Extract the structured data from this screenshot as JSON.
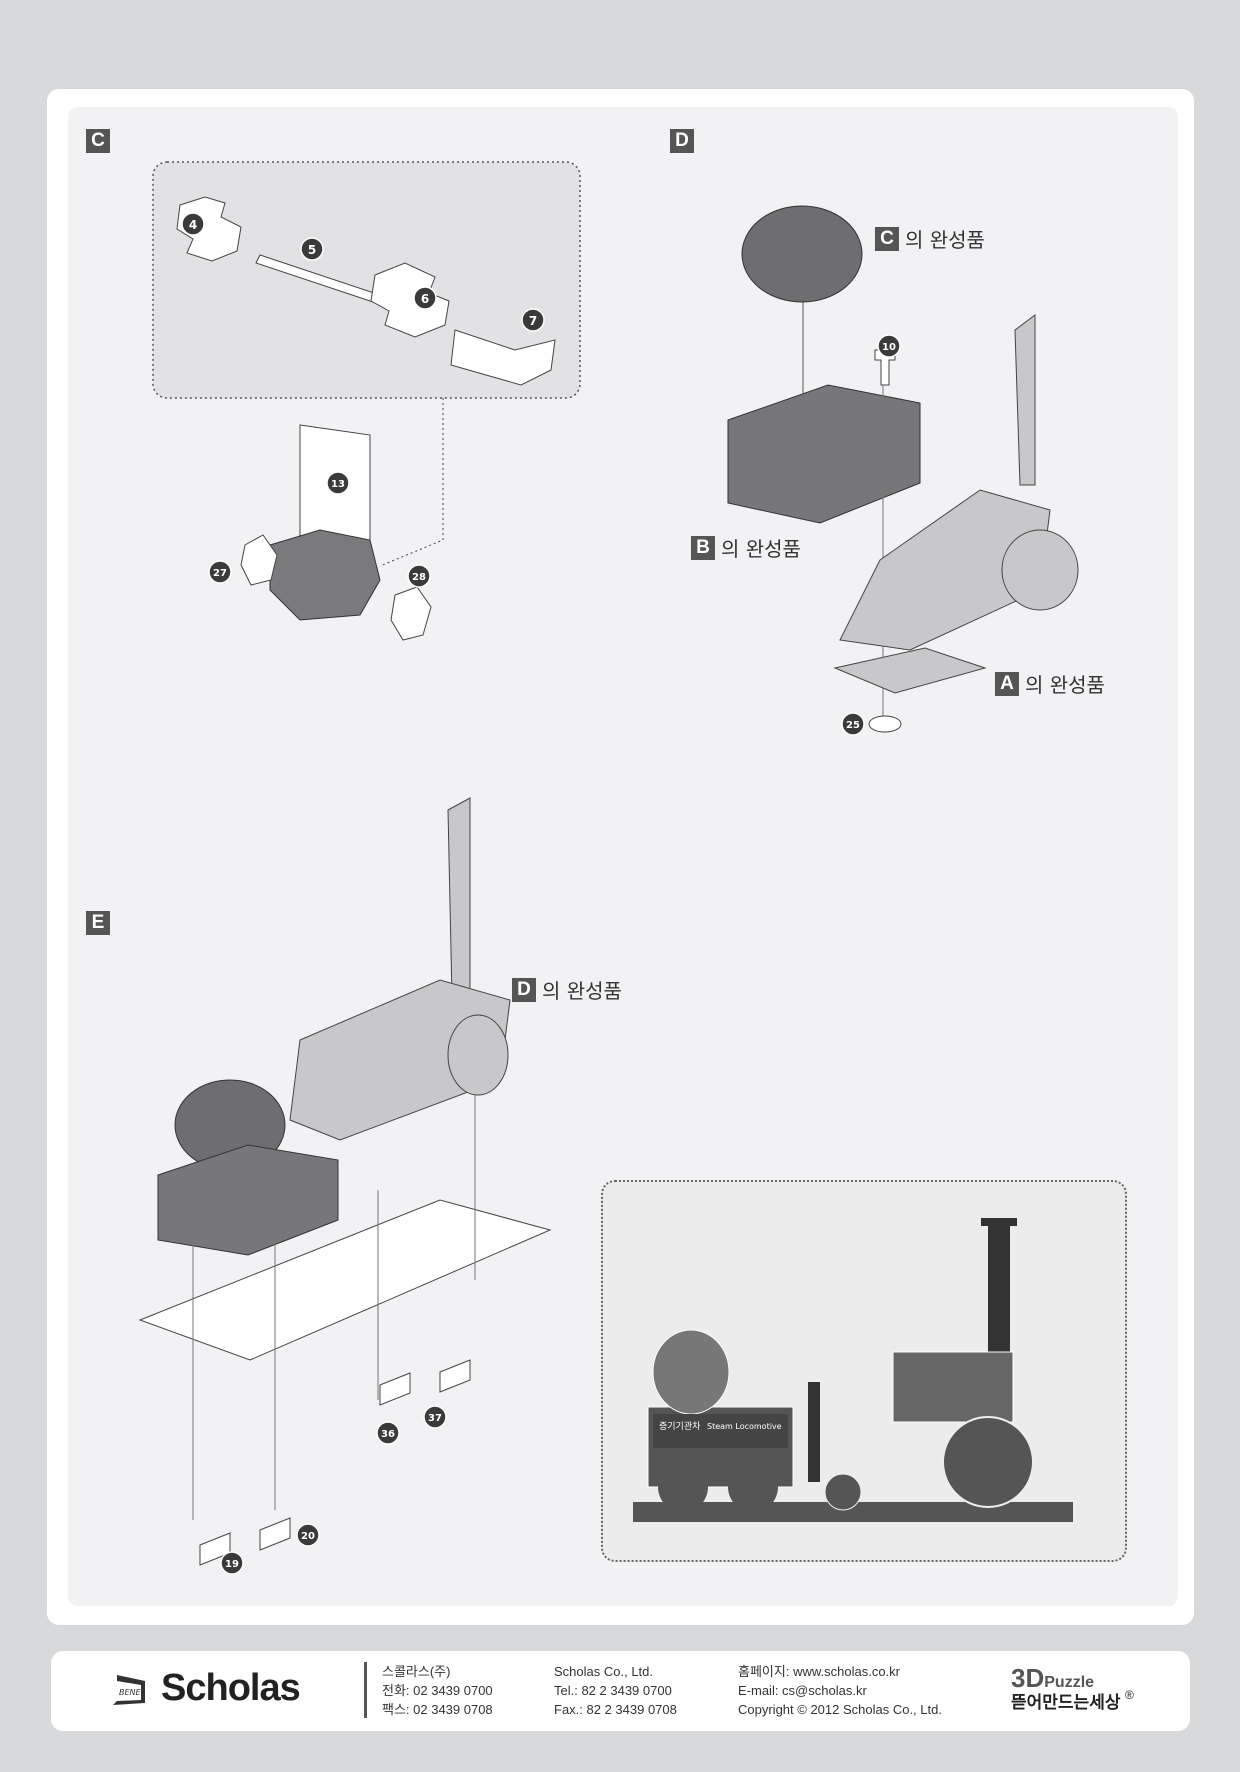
{
  "sections": {
    "c": "C",
    "d": "D",
    "e": "E"
  },
  "section_c": {
    "parts": [
      "4",
      "5",
      "6",
      "7",
      "13",
      "27",
      "28"
    ]
  },
  "section_d": {
    "parts": [
      "10",
      "25"
    ],
    "labels": [
      {
        "key": "C",
        "text": "의 완성품"
      },
      {
        "key": "B",
        "text": "의 완성품"
      },
      {
        "key": "A",
        "text": "의 완성품"
      }
    ]
  },
  "section_e": {
    "parts": [
      "36",
      "37",
      "19",
      "20"
    ],
    "label": {
      "key": "D",
      "text": "의 완성품"
    }
  },
  "photo": {
    "sign_title": "증기기관차",
    "sign_subtitle": "Steam Locomotive"
  },
  "footer": {
    "logo_small": "BENE",
    "logo_word": "Scholas",
    "col1": [
      "스콜라스(주)",
      "전화: 02 3439 0700",
      "팩스: 02 3439 0708"
    ],
    "col2": [
      "Scholas Co., Ltd.",
      "Tel.: 82 2 3439 0700",
      "Fax.: 82 2 3439 0708"
    ],
    "col3": [
      "홈페이지: www.scholas.co.kr",
      "E-mail: cs@scholas.kr",
      "Copyright © 2012 Scholas Co., Ltd."
    ],
    "brand_3d": "3D",
    "brand_puzzle": "Puzzle",
    "brand_korean": "뜯어만드는세상",
    "brand_reg": "®"
  },
  "colors": {
    "dark_part": "#6e6e70",
    "light_part": "#c8c8ca",
    "badge": "#3a3a3a"
  }
}
